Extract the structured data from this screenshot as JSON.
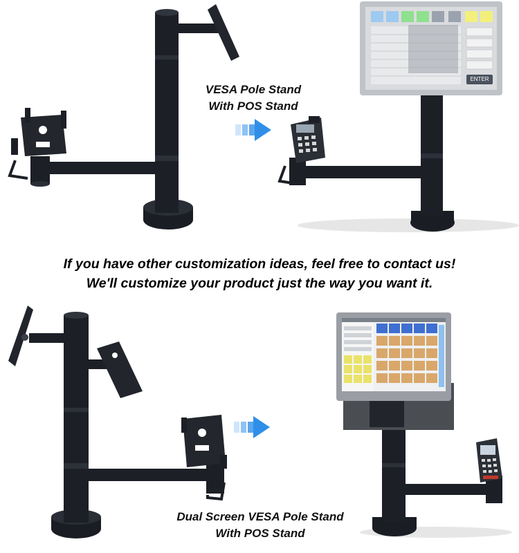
{
  "captions": {
    "top_line1": "VESA Pole Stand",
    "top_line2": "With POS Stand",
    "bottom_line1": "Dual Screen VESA Pole Stand",
    "bottom_line2": "With POS Stand"
  },
  "banner": {
    "line1": "If you have other customization ideas, feel free to contact us!",
    "line2": "We'll customize your product just the way you want it."
  },
  "screen_top": {
    "button_label": "ENTER"
  },
  "colors": {
    "stand": "#1a1d24",
    "arrow": "#2f8fe8",
    "tile_blue": "#9ec9f0",
    "tile_green": "#8fe08f",
    "tile_yellow": "#f2f07a"
  }
}
